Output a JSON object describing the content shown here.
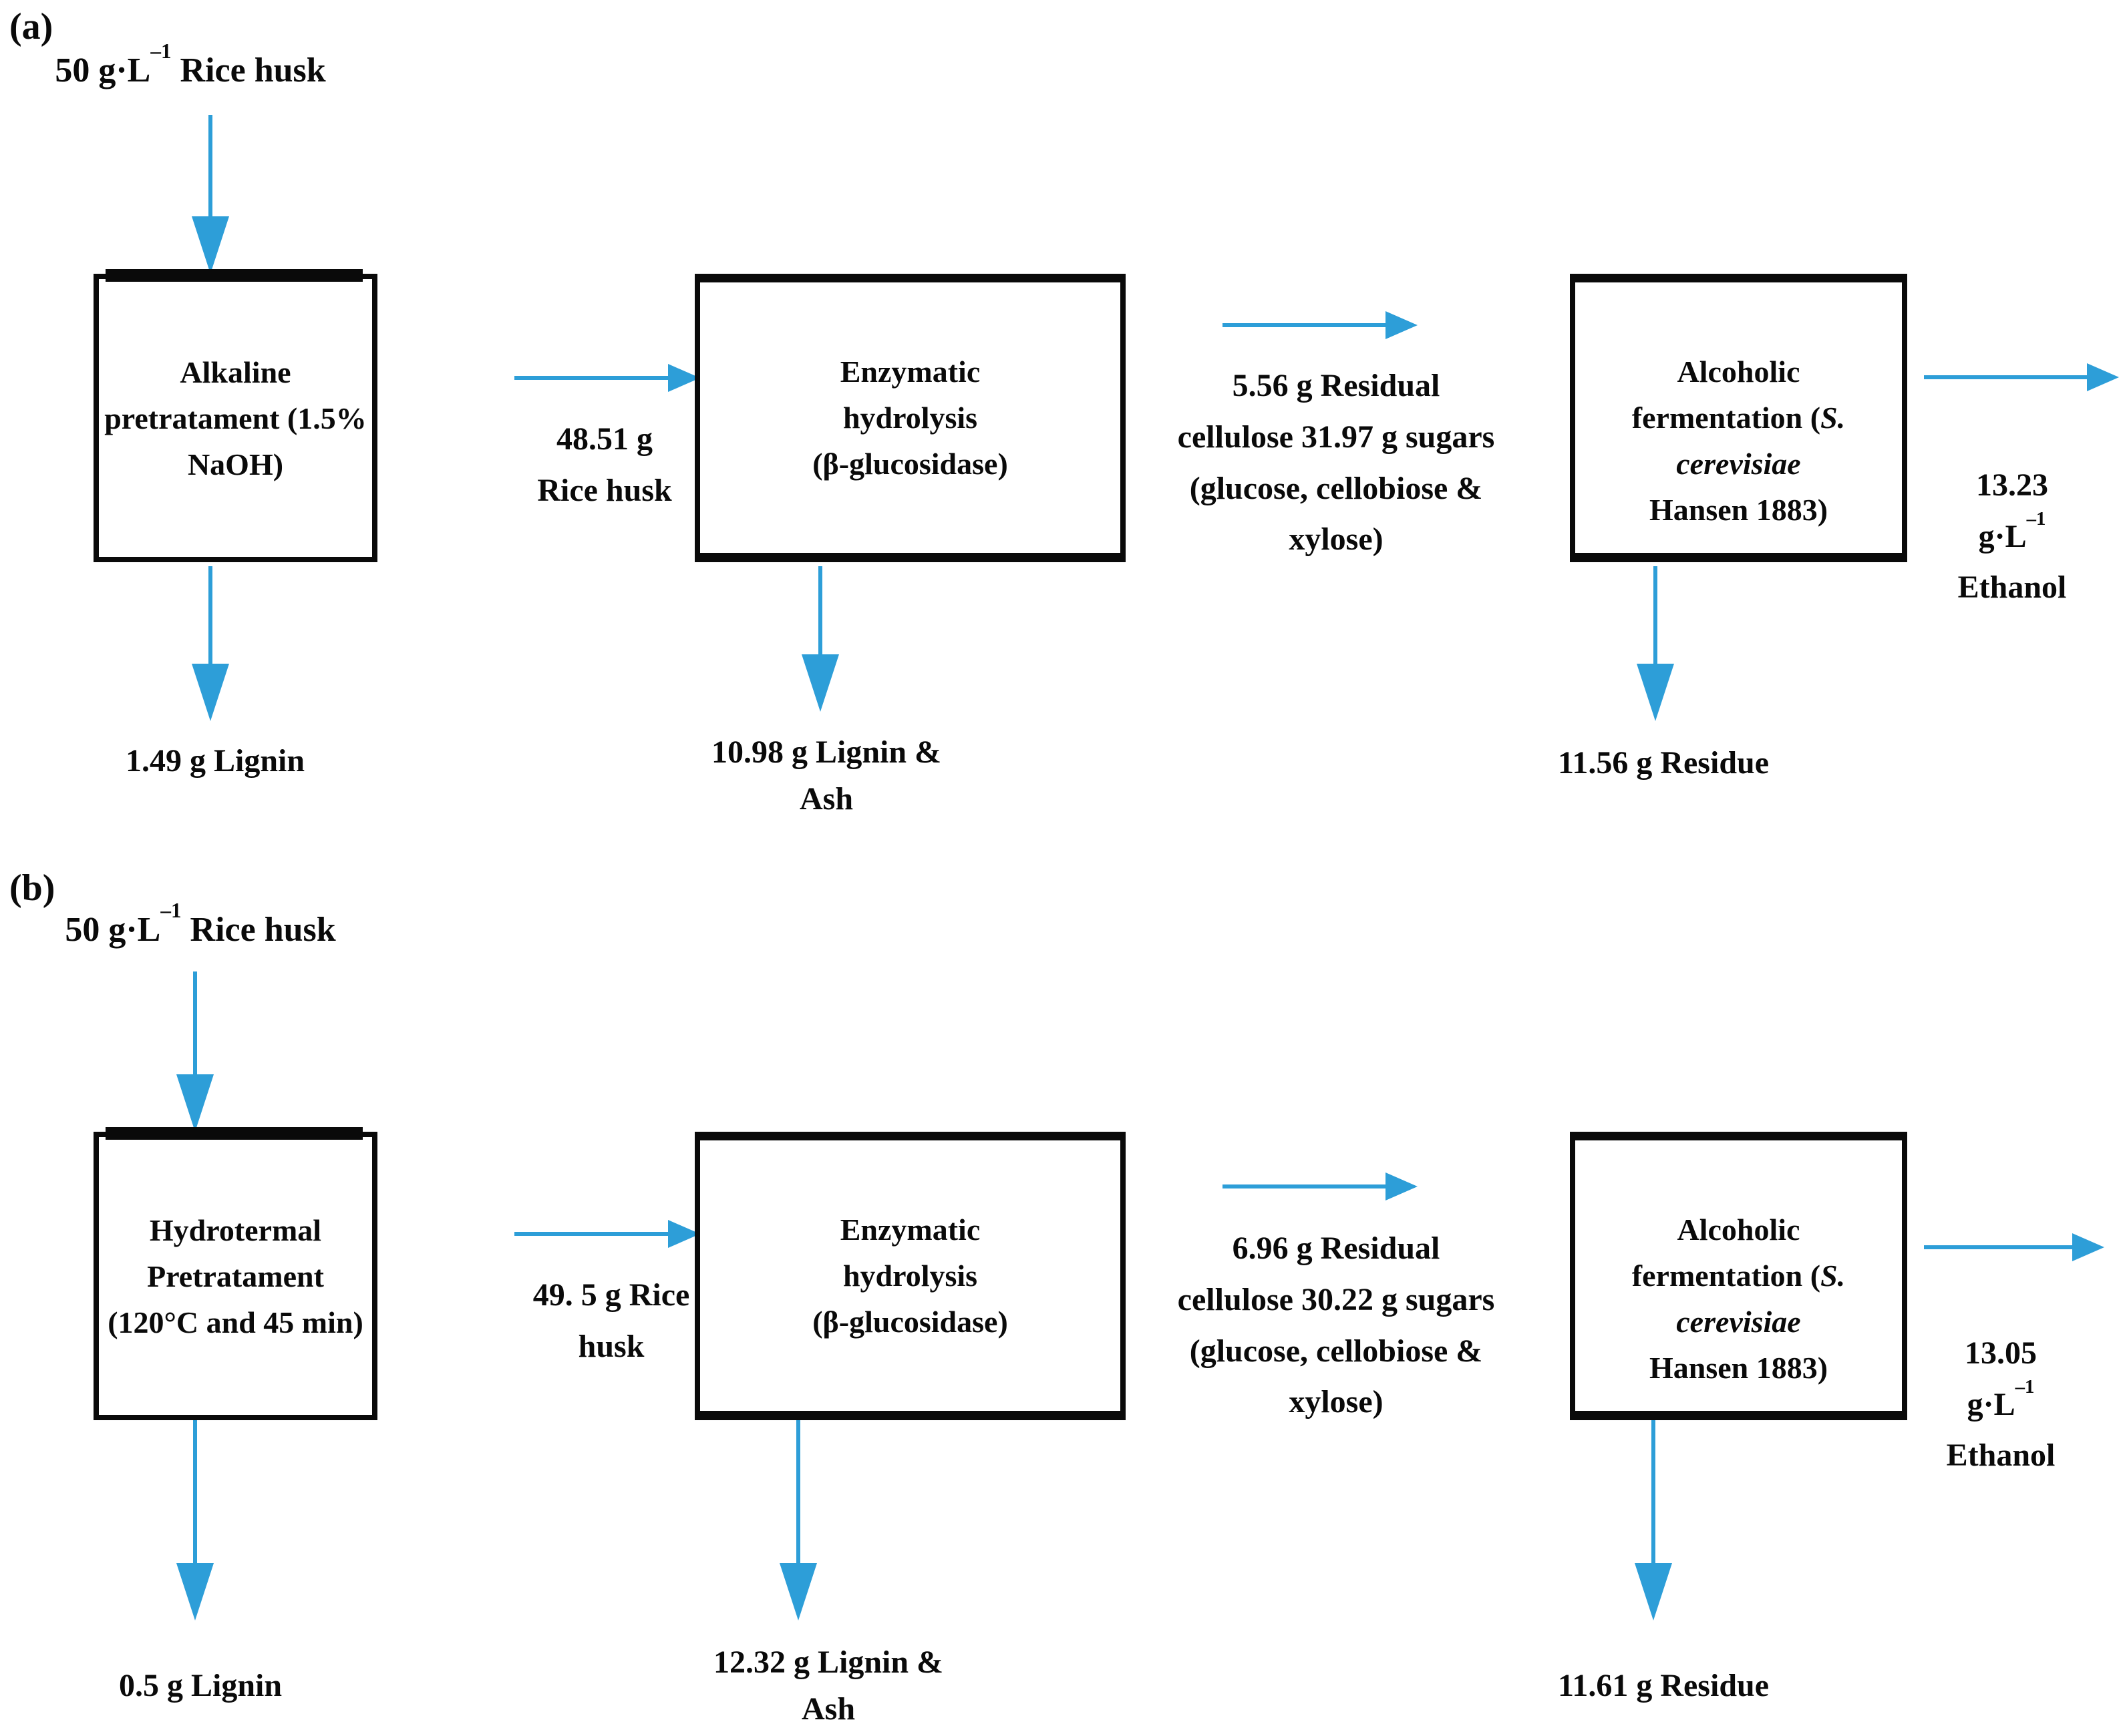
{
  "arrow_color": "#2d9ed8",
  "panels": [
    {
      "tag": "(a)",
      "feed": {
        "pre": "50 g·L",
        "sup": "–1",
        "post": " Rice husk"
      },
      "boxes": [
        {
          "title": "Alkaline\npretratament (1.5%\nNaOH)"
        },
        {
          "title": "Enzymatic\nhydrolysis\n(β-glucosidase)"
        },
        {
          "pre": "Alcoholic\nfermentation (",
          "italic": "S.\ncerevisiae",
          "post": "\nHansen 1883)"
        }
      ],
      "flows": [
        {
          "label": "48.51 g\nRice husk"
        },
        {
          "label": "5.56 g Residual\ncellulose 31.97 g sugars\n(glucose, cellobiose &\nxylose)"
        },
        {
          "pre": "13.23 g·L",
          "sup": "–1",
          "post": "\nEthanol"
        }
      ],
      "outputs": [
        {
          "label": "1.49 g Lignin"
        },
        {
          "label": "10.98 g Lignin &\nAsh"
        },
        {
          "label": "11.56 g Residue"
        }
      ]
    },
    {
      "tag": "(b)",
      "feed": {
        "pre": "50 g·L",
        "sup": "–1",
        "post": " Rice husk"
      },
      "boxes": [
        {
          "title": "Hydrotermal\nPretratament\n(120°C and 45 min)"
        },
        {
          "title": "Enzymatic\nhydrolysis\n(β-glucosidase)"
        },
        {
          "pre": "Alcoholic\nfermentation (",
          "italic": "S.\ncerevisiae",
          "post": "\nHansen 1883)"
        }
      ],
      "flows": [
        {
          "label": "49. 5 g Rice\nhusk"
        },
        {
          "label": "6.96 g Residual\ncellulose 30.22 g sugars\n(glucose, cellobiose &\nxylose)"
        },
        {
          "pre": "13.05 g·L",
          "sup": "–1",
          "post": "\nEthanol"
        }
      ],
      "outputs": [
        {
          "label": "0.5 g Lignin"
        },
        {
          "label": "12.32 g Lignin &\nAsh"
        },
        {
          "label": "11.61 g Residue"
        }
      ]
    }
  ]
}
